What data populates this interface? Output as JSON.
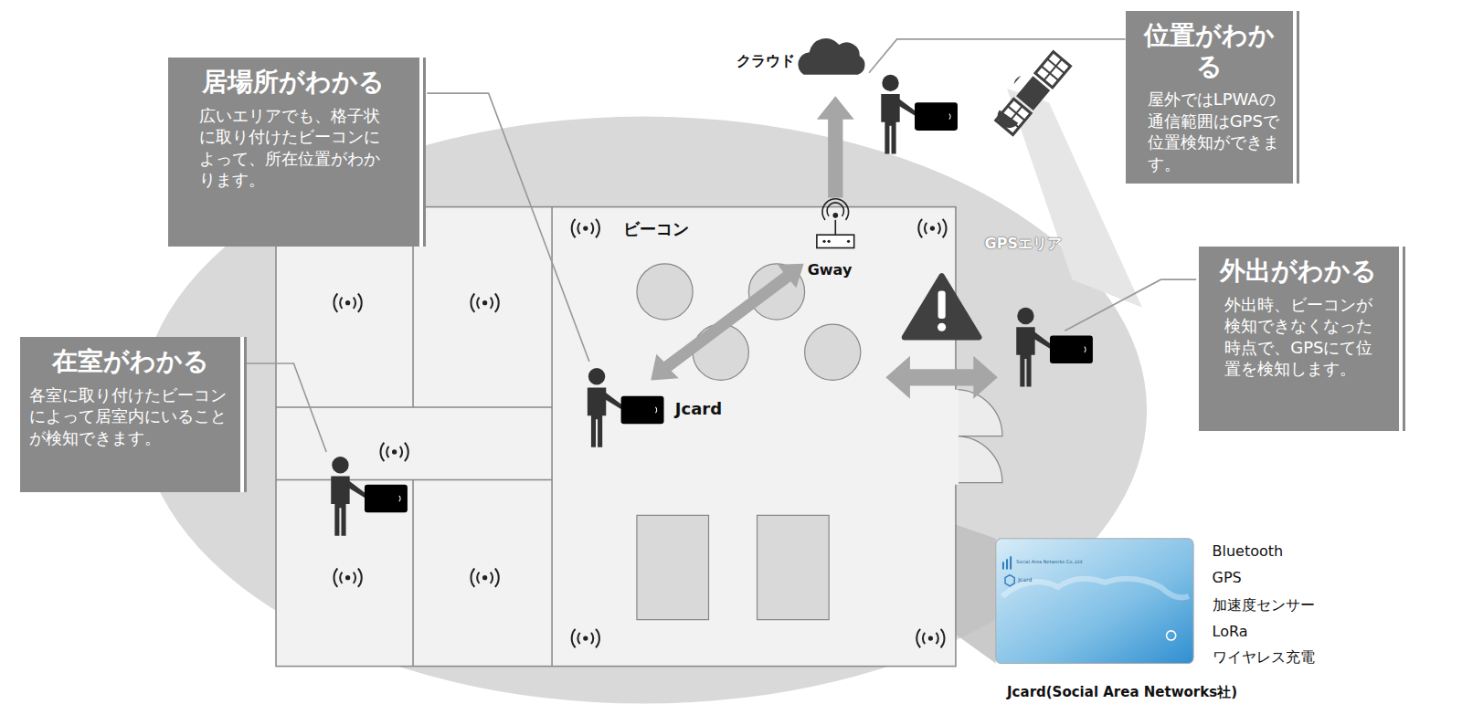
{
  "diagram": {
    "nodes": [
      {
        "text": [
          "居場所がわかる",
          "広いエリアでも、格子状に取り付けたビーコンによって、所在位置がわかります。"
        ]
      },
      {
        "text": [
          "位置がわかる",
          "屋外ではLPWAの通信範囲はGPSで位置検知ができます。"
        ]
      },
      {
        "text": [
          "在室がわかる",
          "各室に取り付けたビーコンによって居室内にいることが検知できます。"
        ]
      },
      {
        "text": [
          "外出がわかる",
          "外出時、ビーコンが検知できなくなった時点で、GPSにて位置を検知します。"
        ]
      }
    ],
    "labels": [
      "クラウド",
      "ビーコン",
      "Gway",
      "GPSエリア",
      "Jcard",
      "Bluetooth",
      "GPS",
      "加速度センサー",
      "LoRa",
      "ワイヤレス充電",
      "Jcard(Social Area Networks社)",
      "Social Area Networks Co.,Ltd",
      "Jcard"
    ]
  }
}
